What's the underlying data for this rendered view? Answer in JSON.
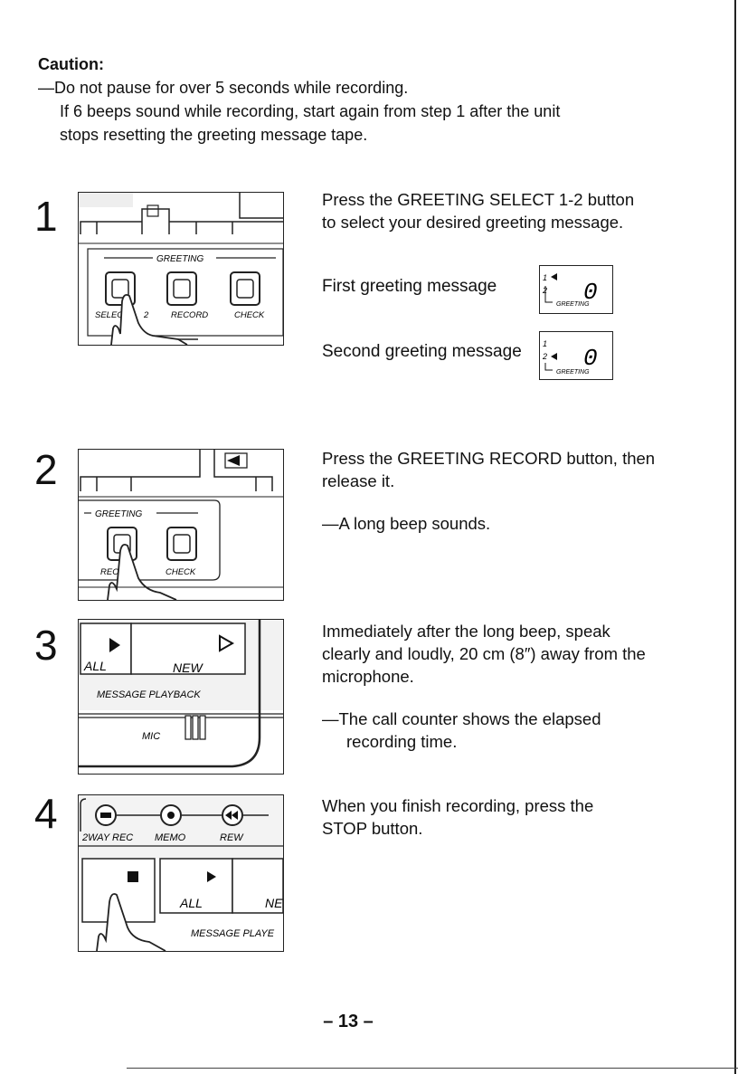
{
  "caution": {
    "heading": "Caution:",
    "line1": "—Do not pause for over 5 seconds while recording.",
    "line2": "If 6 beeps sound while recording, start again from step 1 after the unit",
    "line3": "stops resetting the greeting message tape."
  },
  "steps": [
    {
      "number": "1",
      "text": "Press the GREETING SELECT 1-2 button to select your desired greeting message.",
      "first_label": "First greeting message",
      "second_label": "Second greeting message",
      "panel": {
        "greeting": "GREETING",
        "select": "SELEC",
        "two": "2",
        "record": "RECORD",
        "check": "CHECK"
      }
    },
    {
      "number": "2",
      "text": "Press the GREETING RECORD button, then release it.",
      "note": "—A long beep sounds.",
      "panel": {
        "greeting": "GREETING",
        "rec": "REC",
        "check": "CHECK"
      }
    },
    {
      "number": "3",
      "text": "Immediately after the long beep, speak clearly and loudly, 20 cm (8″) away from the microphone.",
      "note_line1": "—The call counter shows the elapsed",
      "note_line2": "recording time.",
      "panel": {
        "all": "ALL",
        "new": "NEW",
        "message_playback": "MESSAGE PLAYBACK",
        "mic": "MIC"
      }
    },
    {
      "number": "4",
      "text": "When you finish recording, press the STOP button.",
      "panel": {
        "twoway": "2WAY REC",
        "memo": "MEMO",
        "rew": "REW",
        "all": "ALL",
        "ne": "NE",
        "message_play": "MESSAGE PLAYE"
      }
    }
  ],
  "lcd": {
    "label": "GREETING",
    "one": "1",
    "two": "2",
    "digit": "0"
  },
  "page_number": "– 13 –"
}
